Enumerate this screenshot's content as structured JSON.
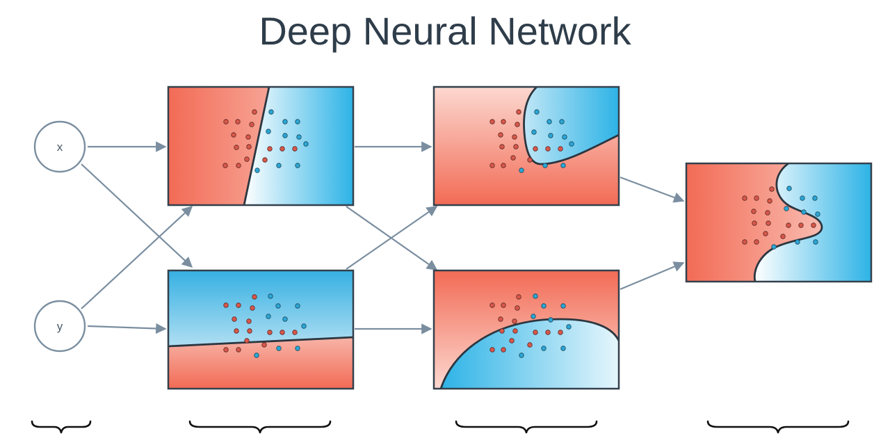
{
  "title": "Deep Neural Network",
  "inputs": {
    "x_label": "x",
    "y_label": "y"
  },
  "colors": {
    "red_class": "#f26b55",
    "blue_class": "#2db3e6",
    "arrow": "#7a8ea0",
    "title": "#2f3d4a"
  }
}
